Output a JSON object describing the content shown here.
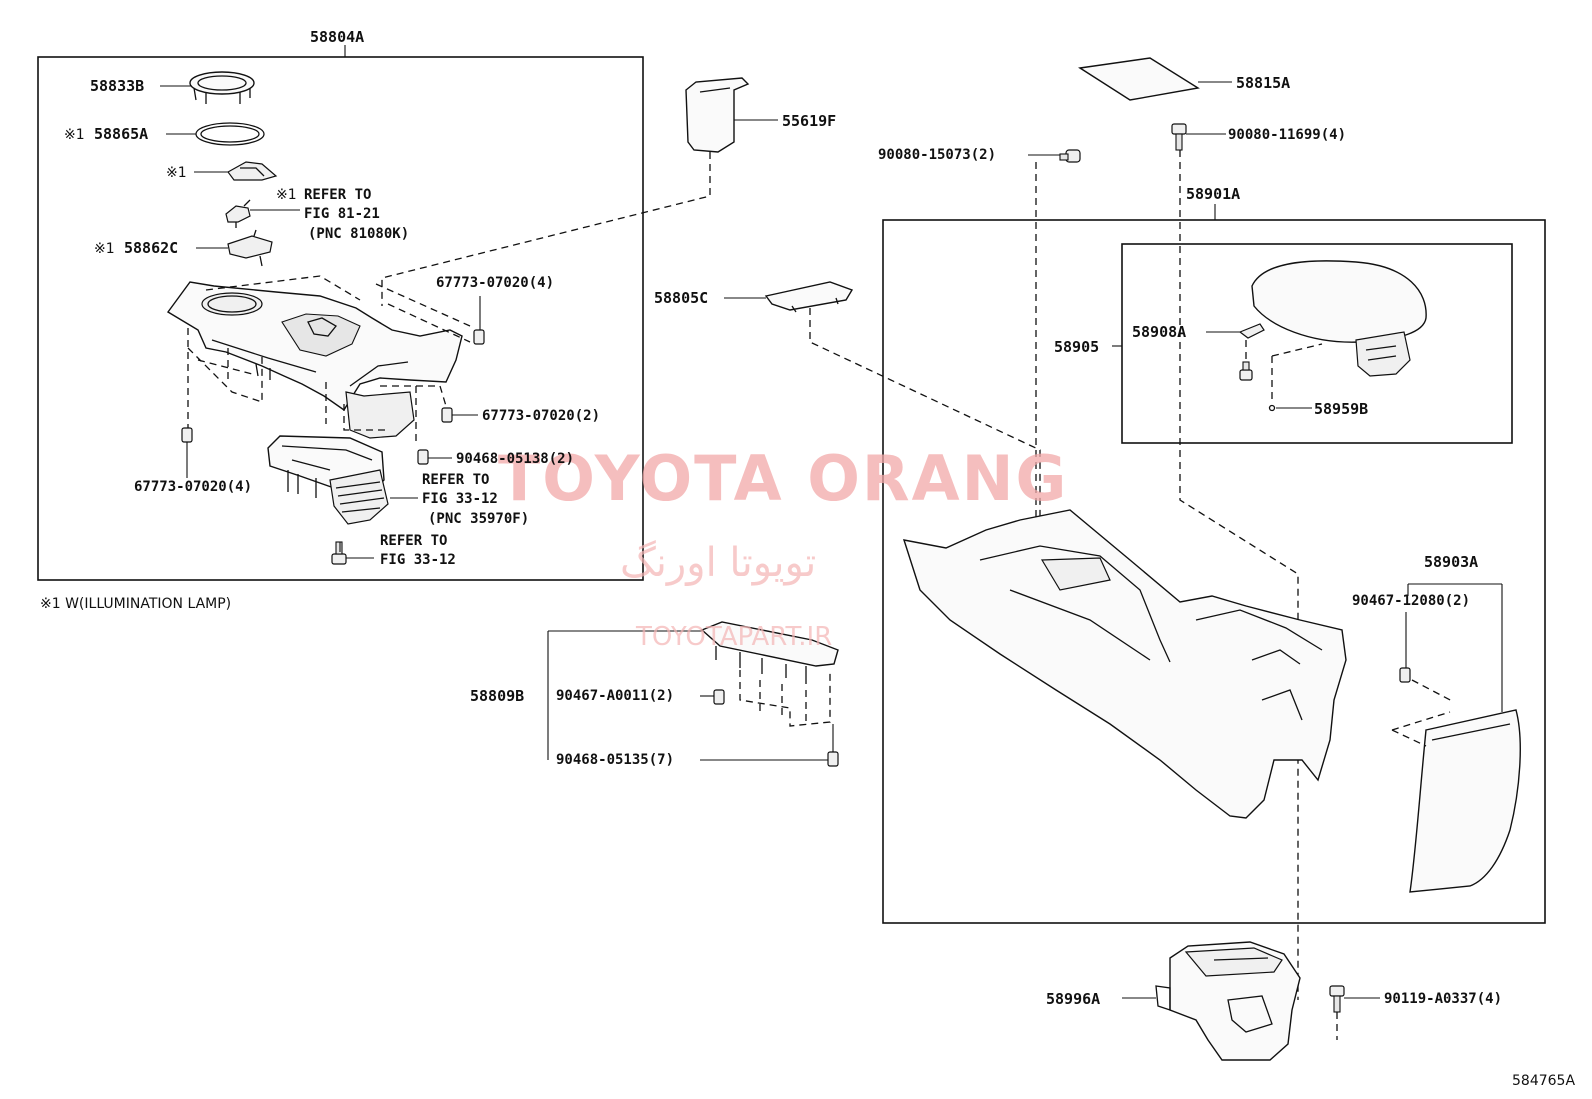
{
  "labels": {
    "p58804A": "58804A",
    "p58833B": "58833B",
    "n1_58865A": "※1",
    "p58865A": "58865A",
    "n1_lamp": "※1",
    "n1_refer": "※1",
    "refer_to_a": "REFER TO",
    "fig_81_21": "FIG 81-21",
    "pnc_81080K": "(PNC 81080K)",
    "n1_58862C": "※1",
    "p58862C": "58862C",
    "p67773_4a": "67773-07020(4)",
    "p67773_2": "67773-07020(2)",
    "p90468_05138": "90468-05138(2)",
    "p67773_4b": "67773-07020(4)",
    "refer_to_b": "REFER TO",
    "fig_33_12a": "FIG 33-12",
    "pnc_35970F": "(PNC 35970F)",
    "refer_to_c": "REFER TO",
    "fig_33_12b": "FIG 33-12",
    "note_illum": "※1 W(ILLUMINATION LAMP)",
    "p55619F": "55619F",
    "p58805C": "58805C",
    "p58809B": "58809B",
    "p90467_A0011": "90467-A0011(2)",
    "p90468_05135": "90468-05135(7)",
    "p90080_15073": "90080-15073(2)",
    "p58815A": "58815A",
    "p90080_11699": "90080-11699(4)",
    "p58901A": "58901A",
    "p58905": "58905",
    "p58908A": "58908A",
    "p58959B": "58959B",
    "p58903A": "58903A",
    "p90467_12080": "90467-12080(2)",
    "p58996A": "58996A",
    "p90119_A0337": "90119-A0337(4)",
    "drawing_id": "584765A"
  },
  "watermark": {
    "title": "TOYOTA ORANG",
    "persian": "تویوتا اورنگ",
    "url": "TOYOTAPART.IR"
  },
  "colors": {
    "line": "#111111",
    "watermark": "#f2a9a9"
  }
}
